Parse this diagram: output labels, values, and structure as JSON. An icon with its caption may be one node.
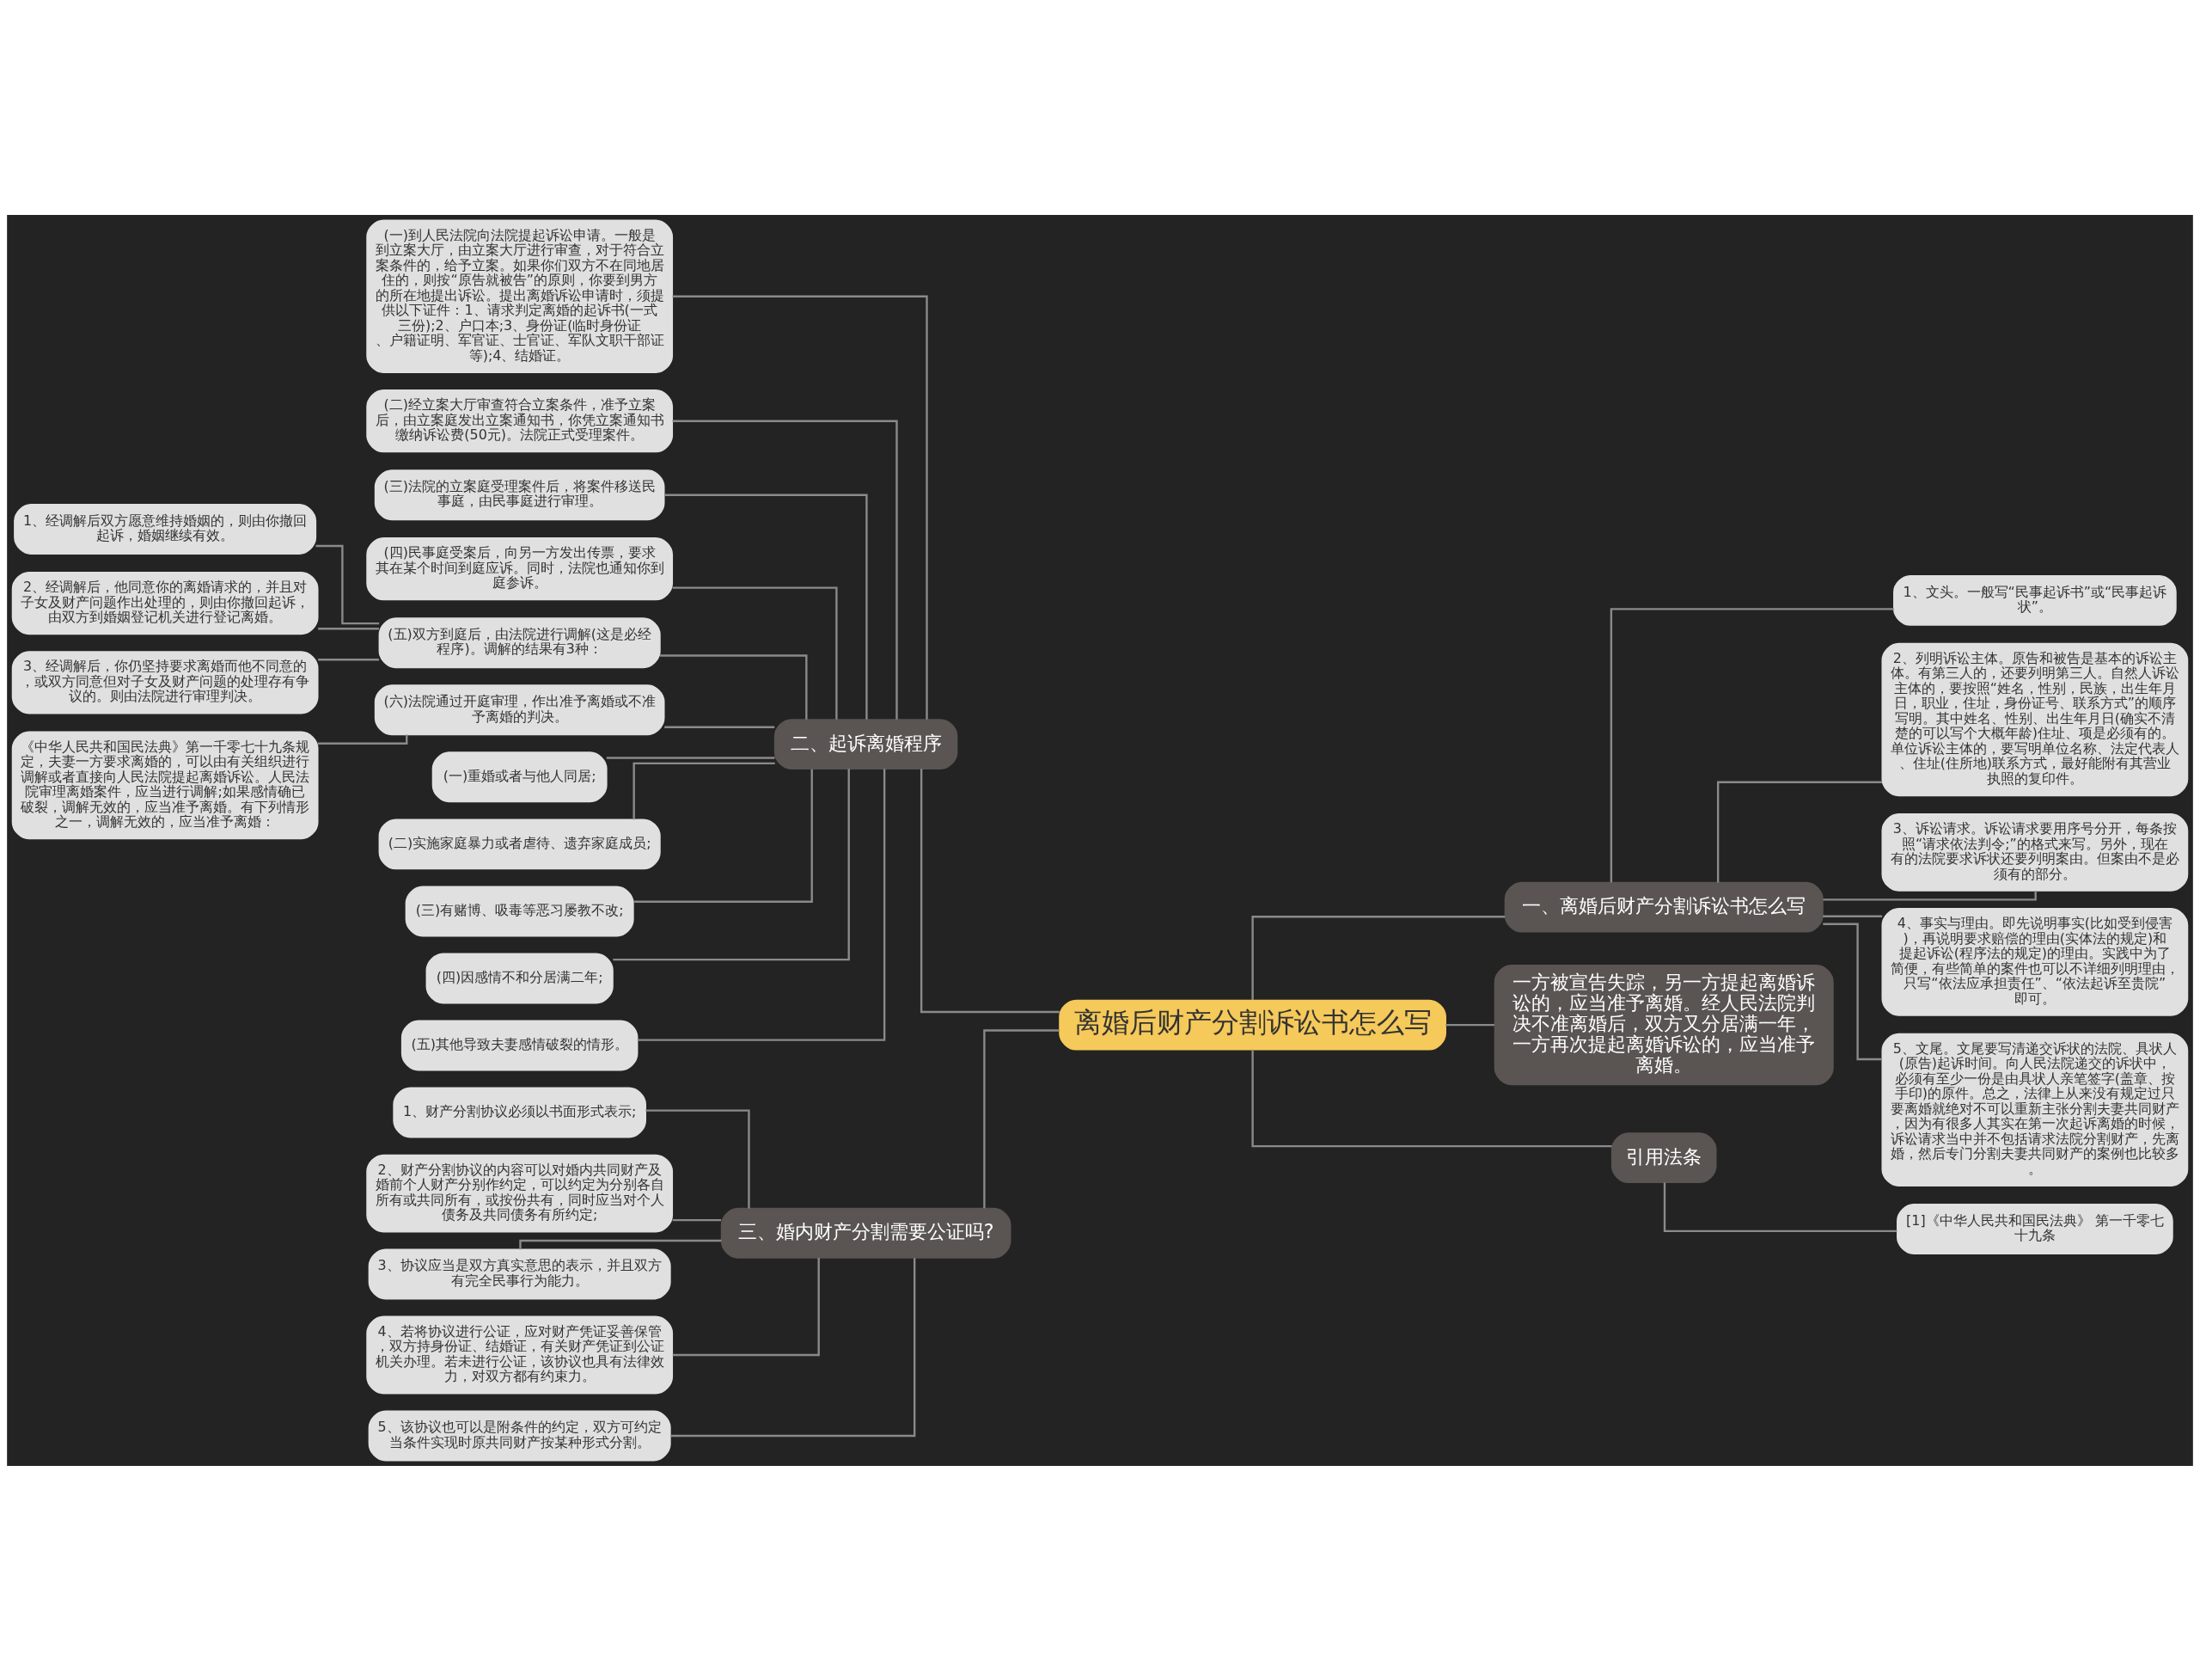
{
  "diagram": {
    "nodes": [
      {
        "text": [
          "离婚后财产分割诉讼书怎么写"
        ]
      },
      {
        "text": [
          "一、离婚后财产分割诉讼书怎么写"
        ]
      },
      {
        "text": [
          "1、文头。一般写“民事起诉书”或“民事起诉状”。"
        ]
      },
      {
        "text": [
          "2、列明诉讼主体。原告和被告是基本的诉讼主体。有第三人的，还要列明第三人。自然人诉讼主体的，要按照“姓名，性别，民族，出生年月日，职业，住址，身份证号、联系方式”的顺序写明。其中姓名、性别、出生年月日(确实不清楚的可以写个大概年龄)住址、项是必须有的。单位诉讼主体的，要写明单位名称、法定代表人、住址(住所地)联系方式，最好能附有其营业执照的复印件。"
        ]
      },
      {
        "text": [
          "3、诉讼请求。诉讼请求要用序号分开，每条按照“请求依法判令;”的格式来写。另外，现在有的法院要求诉状还要列明案由。但案由不是必须有的部分。"
        ]
      },
      {
        "text": [
          "4、事实与理由。即先说明事实(比如受到侵害)，再说明要求赔偿的理由(实体法的规定)和提起诉讼(程序法的规定)的理由。实践中为了简便，有些简单的案件也可以不详细列明理由，只写“依法应承担责任”、“依法起诉至贵院”即可。"
        ]
      },
      {
        "text": [
          "5、文尾。文尾要写清递交诉状的法院、具状人(原告)起诉时间。向人民法院递交的诉状中，必须有至少一份是由具状人亲笔签字(盖章、按手印)的原件。总之，法律上从来没有规定过只要离婚就绝对不可以重新主张分割夫妻共同财产，因为有很多人其实在第一次起诉离婚的时候，诉讼请求当中并不包括请求法院分割财产，先离婚，然后专门分割夫妻共同财产的案例也比较多。"
        ]
      },
      {
        "text": [
          "一方被宣告失踪，另一方提起离婚诉讼的，应当准予离婚。经人民法院判决不准离婚后，双方又分居满一年，一方再次提起离婚诉讼的，应当准予离婚。"
        ]
      },
      {
        "text": [
          "引用法条"
        ]
      },
      {
        "text": [
          "[1]《中华人民共和国民法典》 第一千零七十九条"
        ]
      },
      {
        "text": [
          "二、起诉离婚程序"
        ]
      },
      {
        "text": [
          "(一)到人民法院向法院提起诉讼申请。一般是到立案大厅，由立案大厅进行审查，对于符合立案条件的，给予立案。如果你们双方不在同地居住的，则按“原告就被告”的原则，你要到男方的所在地提出诉讼。提出离婚诉讼申请时，须提供以下证件：1、请求判定离婚的起诉书(一式三份);2、户口本;3、身份证(临时身份证、户籍证明、军官证、士官证、军队文职干部证等);4、结婚证。"
        ]
      },
      {
        "text": [
          "(二)经立案大厅审查符合立案条件，准予立案后，由立案庭发出立案通知书，你凭立案通知书缴纳诉讼费(50元)。法院正式受理案件。"
        ]
      },
      {
        "text": [
          "(三)法院的立案庭受理案件后，将案件移送民事庭，由民事庭进行审理。"
        ]
      },
      {
        "text": [
          "(四)民事庭受案后，向另一方发出传票，要求其在某个时间到庭应诉。同时，法院也通知你到庭参诉。"
        ]
      },
      {
        "text": [
          "(五)双方到庭后，由法院进行调解(这是必经程序)。调解的结果有3种："
        ]
      },
      {
        "text": [
          "1、经调解后双方愿意维持婚姻的，则由你撤回起诉，婚姻继续有效。"
        ]
      },
      {
        "text": [
          "2、经调解后，他同意你的离婚请求的，并且对子女及财产问题作出处理的，则由你撤回起诉，由双方到婚姻登记机关进行登记离婚。"
        ]
      },
      {
        "text": [
          "3、经调解后，你仍坚持要求离婚而他不同意的，或双方同意但对子女及财产问题的处理存有争议的。则由法院进行审理判决。"
        ]
      },
      {
        "text": [
          "(六)法院通过开庭审理，作出准予离婚或不准予离婚的判决。"
        ]
      },
      {
        "text": [
          "《中华人民共和国民法典》第一千零七十九条规定，夫妻一方要求离婚的，可以由有关组织进行调解或者直接向人民法院提起离婚诉讼。人民法院审理离婚案件，应当进行调解;如果感情确已破裂，调解无效的，应当准予离婚。有下列情形之一，调解无效的，应当准予离婚："
        ]
      },
      {
        "text": [
          "(一)重婚或者与他人同居;"
        ]
      },
      {
        "text": [
          "(二)实施家庭暴力或者虐待、遗弃家庭成员;"
        ]
      },
      {
        "text": [
          "(三)有赌博、吸毒等恶习屡教不改;"
        ]
      },
      {
        "text": [
          "(四)因感情不和分居满二年;"
        ]
      },
      {
        "text": [
          "(五)其他导致夫妻感情破裂的情形。"
        ]
      },
      {
        "text": [
          "三、婚内财产分割需要公证吗?"
        ]
      },
      {
        "text": [
          "1、财产分割协议必须以书面形式表示;"
        ]
      },
      {
        "text": [
          "2、财产分割协议的内容可以对婚内共同财产及婚前个人财产分别作约定，可以约定为分别各自所有或共同所有，或按份共有，同时应当对个人债务及共同债务有所约定;"
        ]
      },
      {
        "text": [
          "3、协议应当是双方真实意思的表示，并且双方有完全民事行为能力。"
        ]
      },
      {
        "text": [
          "4、若将协议进行公证，应对财产凭证妥善保管，双方持身份证、结婚证，有关财产凭证到公证机关办理。若未进行公证，该协议也具有法律效力，对双方都有约束力。"
        ]
      },
      {
        "text": [
          "5、该协议也可以是附条件的约定，双方可约定当条件实现时原共同财产按某种形式分割。"
        ]
      }
    ],
    "edges": [
      {
        "from": 0,
        "to": 1,
        "arrow": "none"
      },
      {
        "from": 1,
        "to": 2,
        "arrow": "none"
      },
      {
        "from": 1,
        "to": 3,
        "arrow": "none"
      },
      {
        "from": 1,
        "to": 4,
        "arrow": "none"
      },
      {
        "from": 1,
        "to": 5,
        "arrow": "none"
      },
      {
        "from": 1,
        "to": 6,
        "arrow": "none"
      },
      {
        "from": 0,
        "to": 7,
        "arrow": "none"
      },
      {
        "from": 0,
        "to": 8,
        "arrow": "none"
      },
      {
        "from": 8,
        "to": 9,
        "arrow": "none"
      },
      {
        "from": 0,
        "to": 10,
        "arrow": "none"
      },
      {
        "from": 10,
        "to": 11,
        "arrow": "none"
      },
      {
        "from": 10,
        "to": 12,
        "arrow": "none"
      },
      {
        "from": 10,
        "to": 13,
        "arrow": "none"
      },
      {
        "from": 10,
        "to": 14,
        "arrow": "none"
      },
      {
        "from": 10,
        "to": 15,
        "arrow": "none"
      },
      {
        "from": 15,
        "to": 16,
        "arrow": "none"
      },
      {
        "from": 15,
        "to": 17,
        "arrow": "none"
      },
      {
        "from": 15,
        "to": 18,
        "arrow": "none"
      },
      {
        "from": 10,
        "to": 19,
        "arrow": "none"
      },
      {
        "from": 19,
        "to": 20,
        "arrow": "none"
      },
      {
        "from": 10,
        "to": 21,
        "arrow": "none"
      },
      {
        "from": 10,
        "to": 22,
        "arrow": "none"
      },
      {
        "from": 10,
        "to": 23,
        "arrow": "none"
      },
      {
        "from": 10,
        "to": 24,
        "arrow": "none"
      },
      {
        "from": 10,
        "to": 25,
        "arrow": "none"
      },
      {
        "from": 0,
        "to": 26,
        "arrow": "none"
      },
      {
        "from": 26,
        "to": 27,
        "arrow": "none"
      },
      {
        "from": 26,
        "to": 28,
        "arrow": "none"
      },
      {
        "from": 26,
        "to": 29,
        "arrow": "none"
      },
      {
        "from": 26,
        "to": 30,
        "arrow": "none"
      },
      {
        "from": 26,
        "to": 31,
        "arrow": "none"
      }
    ]
  }
}
